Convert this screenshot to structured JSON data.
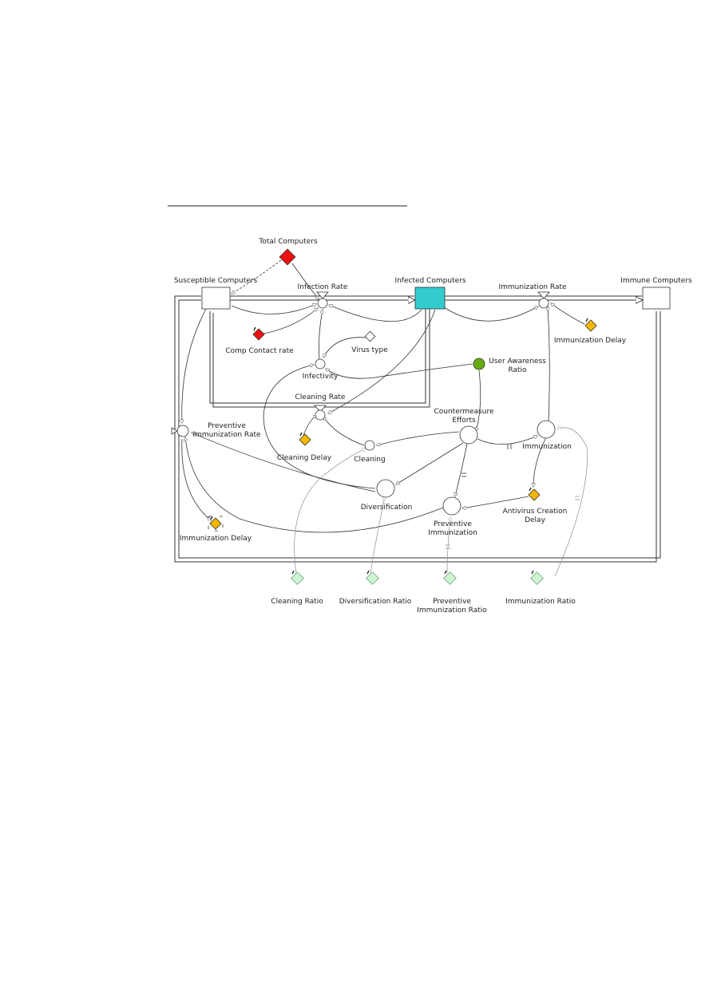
{
  "stocks": {
    "susceptible": "Susceptible Computers",
    "infected": "Infected Computers",
    "immune": "Immune Computers"
  },
  "flows": {
    "infection_rate": "Infection Rate",
    "immunization_rate": "Immunization Rate",
    "cleaning_rate": "Cleaning Rate",
    "preventive_immunization_rate": [
      "Preventive",
      "Immunization Rate"
    ]
  },
  "variables": {
    "total_computers": "Total Computers",
    "comp_contact_rate": "Comp Contact rate",
    "virus_type": "Virus type",
    "infectivity": "Infectivity",
    "user_awareness_ratio": [
      "User Awareness",
      "Ratio"
    ],
    "immunization_delay_top": "Immunization Delay",
    "countermeasure_efforts": [
      "Countermeasure",
      "Efforts"
    ],
    "cleaning_delay": "Cleaning Delay",
    "cleaning": "Cleaning",
    "immunization": "Immunization",
    "diversification": "Diversification",
    "preventive_immunization": [
      "Preventive",
      "Immunization"
    ],
    "antivirus_creation_delay": [
      "Antivirus Creation",
      "Delay"
    ],
    "immunization_delay_left": "Immunization Delay"
  },
  "ratios": {
    "cleaning_ratio": "Cleaning Ratio",
    "diversification_ratio": "Diversification Ratio",
    "preventive_immunization_ratio": [
      "Preventive",
      "Immunization Ratio"
    ],
    "immunization_ratio": "Immunization Ratio"
  },
  "colors": {
    "infected_stock": "#33cccc",
    "total_computers": "#ee1111",
    "comp_contact_rate": "#ee1111",
    "user_awareness": "#66aa11",
    "delay_params": "#f4b800",
    "ratio_params": "#ccf5d4",
    "ink": "#333333"
  }
}
